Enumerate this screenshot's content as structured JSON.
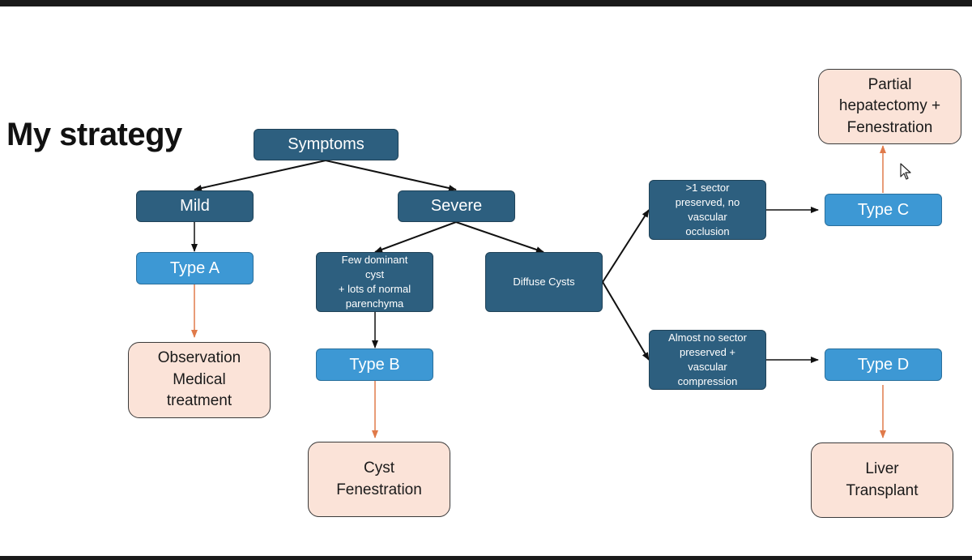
{
  "title": "My strategy",
  "nodes": {
    "symptoms": "Symptoms",
    "mild": "Mild",
    "severe": "Severe",
    "type_a": "Type A",
    "few_dominant": [
      "Few dominant",
      "cyst",
      "+ lots of normal",
      "parenchyma"
    ],
    "diffuse": "Diffuse Cysts",
    "sector_preserved": [
      ">1 sector",
      "preserved, no",
      "vascular",
      "occlusion"
    ],
    "no_sector": [
      "Almost no sector",
      "preserved +",
      "vascular",
      "compression"
    ],
    "type_b": "Type B",
    "type_c": "Type C",
    "type_d": "Type D",
    "observation": [
      "Observation",
      "Medical",
      "treatment"
    ],
    "cyst_fenestration": [
      "Cyst",
      "Fenestration"
    ],
    "partial_hepatectomy": [
      "Partial",
      "hepatectomy +",
      "Fenestration"
    ],
    "liver_transplant": [
      "Liver",
      "Transplant"
    ]
  },
  "colors": {
    "dark_node": "#2d5f7f",
    "light_node": "#3d98d4",
    "outcome_node": "#fbe3d8",
    "black_arrow": "#111111",
    "orange_arrow": "#e07a4a"
  }
}
